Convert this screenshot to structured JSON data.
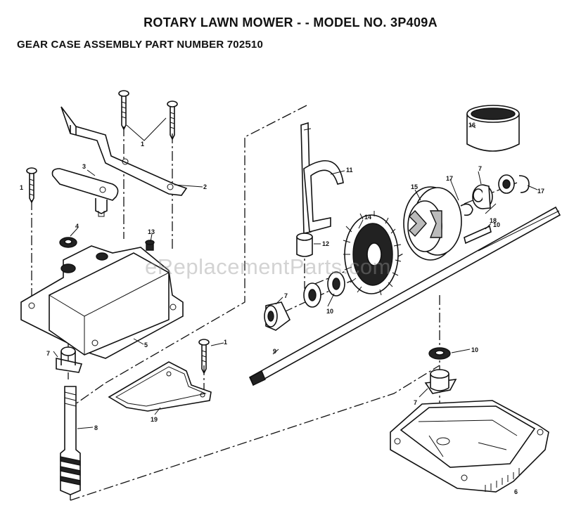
{
  "header": {
    "title": "ROTARY LAWN MOWER - - MODEL NO. 3P409A",
    "subtitle": "GEAR CASE ASSEMBLY PART NUMBER 702510"
  },
  "watermark": "eReplacementParts.com",
  "callouts": [
    {
      "id": "c1a",
      "text": "1"
    },
    {
      "id": "c1b",
      "text": "1"
    },
    {
      "id": "c1c",
      "text": "1"
    },
    {
      "id": "c2",
      "text": "2"
    },
    {
      "id": "c3",
      "text": "3"
    },
    {
      "id": "c4",
      "text": "4"
    },
    {
      "id": "c5",
      "text": "5"
    },
    {
      "id": "c6",
      "text": "6"
    },
    {
      "id": "c7a",
      "text": "7"
    },
    {
      "id": "c7b",
      "text": "7"
    },
    {
      "id": "c7c",
      "text": "7"
    },
    {
      "id": "c7d",
      "text": "7"
    },
    {
      "id": "c8",
      "text": "8"
    },
    {
      "id": "c9",
      "text": "9"
    },
    {
      "id": "c10a",
      "text": "10"
    },
    {
      "id": "c10b",
      "text": "10"
    },
    {
      "id": "c10c",
      "text": "10"
    },
    {
      "id": "c11",
      "text": "11"
    },
    {
      "id": "c12",
      "text": "12"
    },
    {
      "id": "c13",
      "text": "13"
    },
    {
      "id": "c14",
      "text": "14"
    },
    {
      "id": "c15",
      "text": "15"
    },
    {
      "id": "c16",
      "text": "16"
    },
    {
      "id": "c17a",
      "text": "17"
    },
    {
      "id": "c17b",
      "text": "17"
    },
    {
      "id": "c18",
      "text": "18"
    },
    {
      "id": "c19",
      "text": "19"
    }
  ]
}
